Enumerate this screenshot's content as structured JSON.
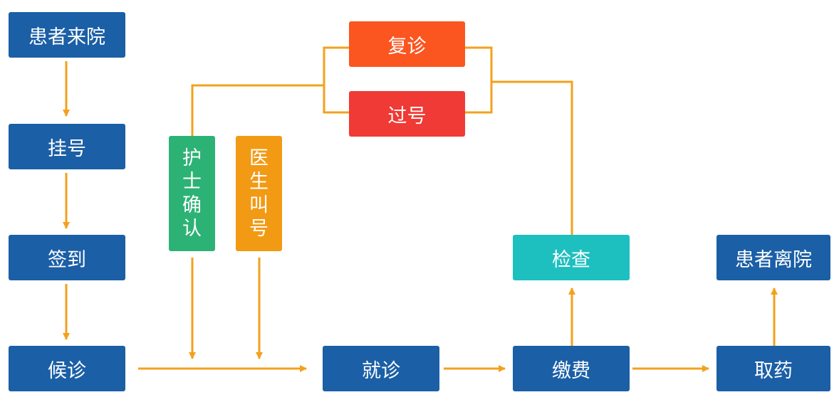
{
  "colors": {
    "blue": "#1b5fa6",
    "orange_red": "#fb5520",
    "red": "#f03a35",
    "green": "#2db276",
    "orange": "#f29a14",
    "teal": "#1ebfbf",
    "arrow": "#f3a11c"
  },
  "nodes": {
    "patient_arrive": "患者来院",
    "register": "挂号",
    "check_in": "签到",
    "wait": "候诊",
    "revisit": "复诊",
    "skip": "过号",
    "nurse_confirm": [
      "护",
      "士",
      "确",
      "认"
    ],
    "doctor_call": [
      "医",
      "生",
      "叫",
      "号"
    ],
    "consult": "就诊",
    "payment": "缴费",
    "exam": "检查",
    "take_medicine": "取药",
    "patient_leave": "患者离院"
  }
}
